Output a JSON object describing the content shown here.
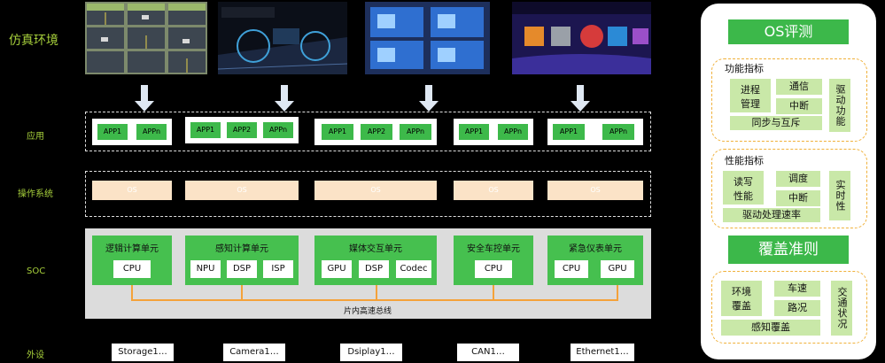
{
  "labels": {
    "sim_env": "仿真环境",
    "app": "应用",
    "os": "操作系统",
    "soc": "SOC",
    "periph": "外设"
  },
  "apps": {
    "g1": [
      "APP1",
      "APPn"
    ],
    "g2": [
      "APP1",
      "APP2",
      "APPn"
    ],
    "g3": [
      "APP1",
      "APP2",
      "APPn"
    ],
    "g4": [
      "APP1",
      "APPn"
    ],
    "g5": [
      "APP1",
      "APPn"
    ]
  },
  "os_label": "OS",
  "soc_units": [
    {
      "title": "逻辑计算单元",
      "chips": [
        "CPU"
      ]
    },
    {
      "title": "感知计算单元",
      "chips": [
        "NPU",
        "DSP",
        "ISP"
      ]
    },
    {
      "title": "媒体交互单元",
      "chips": [
        "GPU",
        "DSP",
        "Codec"
      ]
    },
    {
      "title": "安全车控单元",
      "chips": [
        "CPU"
      ]
    },
    {
      "title": "紧急仪表单元",
      "chips": [
        "CPU",
        "GPU"
      ]
    }
  ],
  "bus_label": "片内高速总线",
  "peripherals": [
    "Storage1…",
    "Camera1…",
    "Dsiplay1…",
    "CAN1…",
    "Ethernet1…"
  ],
  "panel": {
    "os_eval": "OS评测",
    "func": {
      "title": "功能指标",
      "process_mgmt": [
        "进程",
        "管理"
      ],
      "comm": "通信",
      "interrupt": "中断",
      "sync": "同步与互斥",
      "driver": "驱动功能"
    },
    "perf": {
      "title": "性能指标",
      "rw": [
        "读写",
        "性能"
      ],
      "sched": "调度",
      "interrupt": "中断",
      "driver_speed": "驱动处理速率",
      "realtime": "实时性"
    },
    "coverage": "覆盖准则",
    "cov": {
      "env": [
        "环境",
        "覆盖"
      ],
      "speed": "车速",
      "road": "路况",
      "traffic": "交通状况",
      "sensing": "感知覆盖"
    }
  },
  "colors": {
    "green": "#3db94a",
    "label_green": "#a6cf3b",
    "os_fill": "#fbe3c7",
    "bus": "#f4a23a",
    "panel_item": "#c9e8a8"
  }
}
